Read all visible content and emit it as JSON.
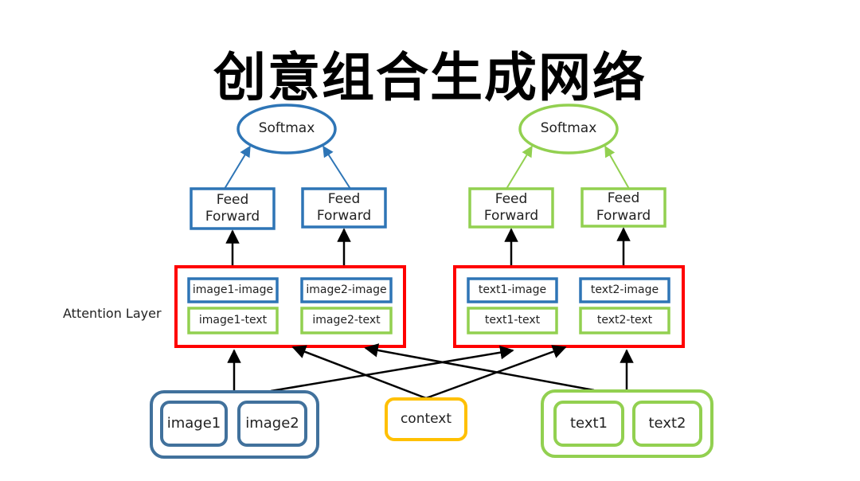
{
  "title": "创意组合生成网络",
  "side_label": "Attention Layer",
  "colors": {
    "blue": "#2E75B6",
    "green": "#92D050",
    "red": "#FF0000",
    "yellow": "#FFC000",
    "input_blue": "#41719C",
    "arrow": "#000000"
  },
  "left": {
    "softmax": "Softmax",
    "ff1": "Feed\nForward",
    "ff2": "Feed\nForward",
    "att": {
      "a1": "image1-image",
      "a2": "image1-text",
      "a3": "image2-image",
      "a4": "image2-text"
    }
  },
  "right": {
    "softmax": "Softmax",
    "ff1": "Feed\nForward",
    "ff2": "Feed\nForward",
    "att": {
      "a1": "text1-image",
      "a2": "text1-text",
      "a3": "text2-image",
      "a4": "text2-text"
    }
  },
  "inputs": {
    "image1": "image1",
    "image2": "image2",
    "context": "context",
    "text1": "text1",
    "text2": "text2"
  }
}
